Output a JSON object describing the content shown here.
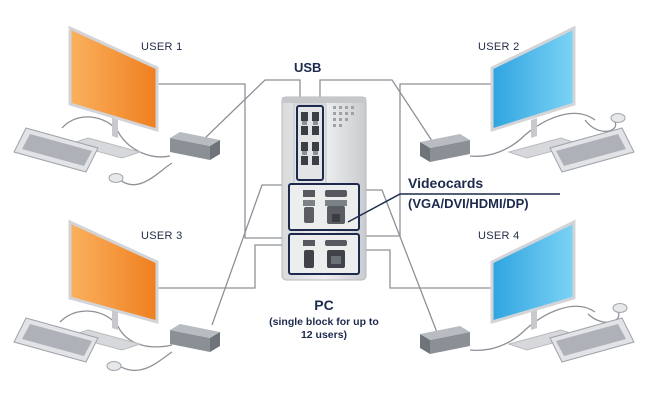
{
  "labels": {
    "user1": "USER 1",
    "user2": "USER 2",
    "user3": "USER 3",
    "user4": "USER 4",
    "usb": "USB",
    "videocards": "Videocards",
    "videocards_types": "(VGA/DVI/HDMI/DP)",
    "pc": "PC",
    "pc_note": "(single block for up to 12 users)"
  },
  "colors": {
    "monitor_orange": "#f39a3a",
    "monitor_blue": "#49b6e8",
    "highlight_navy": "#1d2a4d",
    "cable": "#8a8f96"
  },
  "icons": [
    "monitor-icon",
    "keyboard-icon",
    "mouse-icon",
    "usb-hub-icon",
    "pc-tower-icon"
  ]
}
